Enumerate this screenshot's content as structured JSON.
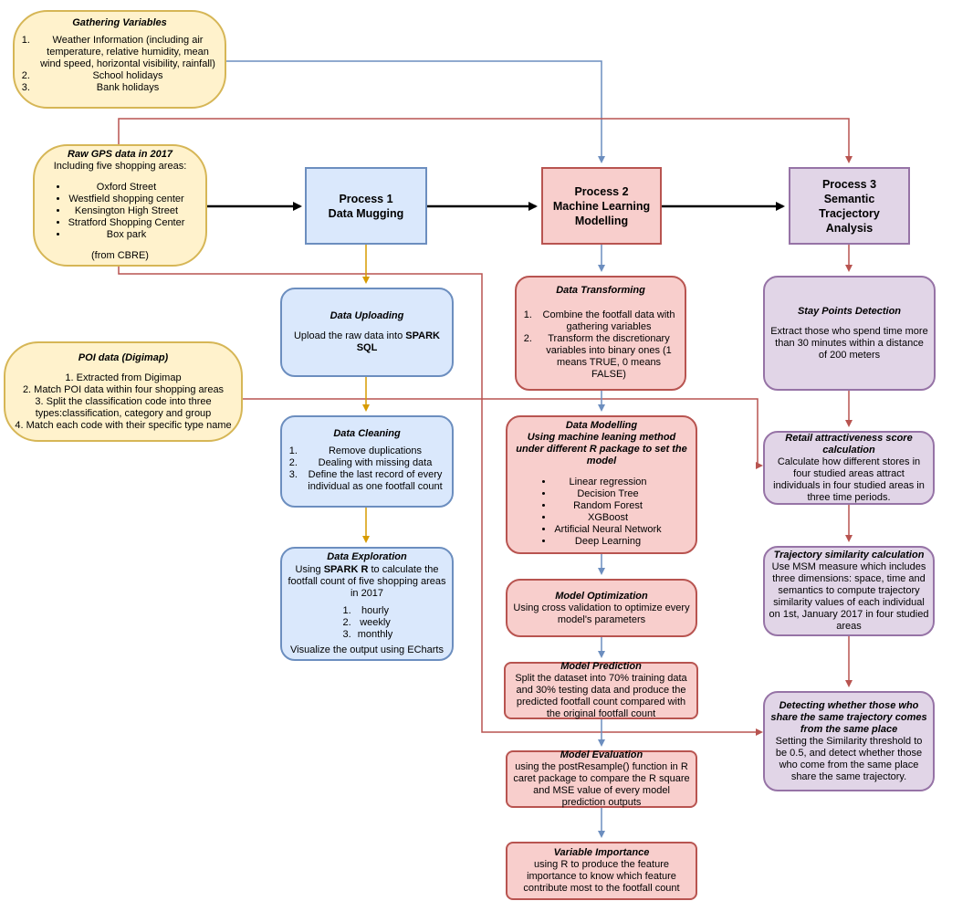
{
  "colors": {
    "yellow_fill": "#fff2cc",
    "yellow_stroke": "#d6b656",
    "blue_fill": "#dae8fc",
    "blue_stroke": "#6c8ebf",
    "red_fill": "#f8cecc",
    "red_stroke": "#b85450",
    "purple_fill": "#e1d5e7",
    "purple_stroke": "#9673a6",
    "black_edge": "#000000"
  },
  "gathering": {
    "title": "Gathering Variables",
    "items": [
      "Weather Information (including air temperature, relative humidity, mean wind speed, horizontal visibility, rainfall)",
      "School holidays",
      "Bank holidays"
    ]
  },
  "raw_gps": {
    "title": "Raw GPS data in 2017",
    "intro": "Including five shopping areas:",
    "items": [
      "Oxford Street",
      "Westfield shopping center",
      "Kensington High Street",
      "Stratford Shopping Center",
      "Box park"
    ],
    "source": "(from CBRE)"
  },
  "poi": {
    "title": "POI data (Digimap)",
    "lines": [
      "1. Extracted from Digimap",
      "2. Match POI data within four shopping areas",
      "3. Split the classification code into three types:classification, category and group",
      "4. Match each code with their specific type name"
    ]
  },
  "process1": {
    "line1": "Process 1",
    "line2": "Data Mugging"
  },
  "process2": {
    "line1": "Process 2",
    "line2": "Machine Learning",
    "line3": "Modelling"
  },
  "process3": {
    "line1": "Process 3",
    "line2": "Semantic Tracjectory",
    "line3": "Analysis"
  },
  "data_uploading": {
    "title": "Data Uploading",
    "text_before": "Upload the raw data into ",
    "text_bold": "SPARK SQL"
  },
  "data_cleaning": {
    "title": "Data Cleaning",
    "items": [
      "Remove duplications",
      "Dealing with missing data",
      "Define the last record of every individual as one footfall count"
    ]
  },
  "data_exploration": {
    "title": "Data Exploration",
    "text_before": "Using ",
    "text_bold": "SPARK R",
    "text_after": " to calculate the footfall count of five shopping areas in 2017",
    "items": [
      "hourly",
      "weekly",
      "monthly"
    ],
    "footer": "Visualize the output using ECharts"
  },
  "data_transforming": {
    "title": "Data Transforming",
    "items": [
      "Combine the footfall data with gathering variables",
      "Transform the discretionary variables into binary ones (1 means TRUE, 0 means FALSE)"
    ]
  },
  "data_modelling": {
    "title": "Data Modelling",
    "subtitle": "Using machine leaning method under different R package to set the model",
    "items": [
      "Linear regression",
      "Decision Tree",
      "Random Forest",
      "XGBoost",
      "Artificial Neural Network",
      "Deep Learning"
    ]
  },
  "model_optimization": {
    "title": "Model Optimization",
    "text": "Using cross validation to optimize every model's parameters"
  },
  "model_prediction": {
    "title": "Model Prediction",
    "text": "Split the dataset into 70% training data and 30% testing data and produce the predicted footfall count compared with the original footfall count"
  },
  "model_evaluation": {
    "title": "Model Evaluation",
    "text": "using the postResample() function in R caret package to compare the R square and MSE value of every model prediction outputs"
  },
  "variable_importance": {
    "title": "Variable Importance",
    "text": "using R to produce the feature importance to know which feature contribute most to the footfall count"
  },
  "stay_points": {
    "title": "Stay Points Detection",
    "text": "Extract those who spend time more than 30 minutes within a distance of 200 meters"
  },
  "retail_score": {
    "title": "Retail attractiveness score calculation",
    "text": "Calculate how different stores in four studied areas attract individuals in four studied areas in three time periods."
  },
  "trajectory_similarity": {
    "title": "Trajectory similarity calculation",
    "text": "Use MSM measure which includes three dimensions: space, time and semantics to compute trajectory similarity values of each individual on 1st, January 2017 in four studied areas"
  },
  "detecting": {
    "title": "Detecting whether those who share the same trajectory comes from the same place",
    "text": "Setting the Similarity threshold to be 0.5, and detect whether those who come from the same place share the same trajectory."
  }
}
